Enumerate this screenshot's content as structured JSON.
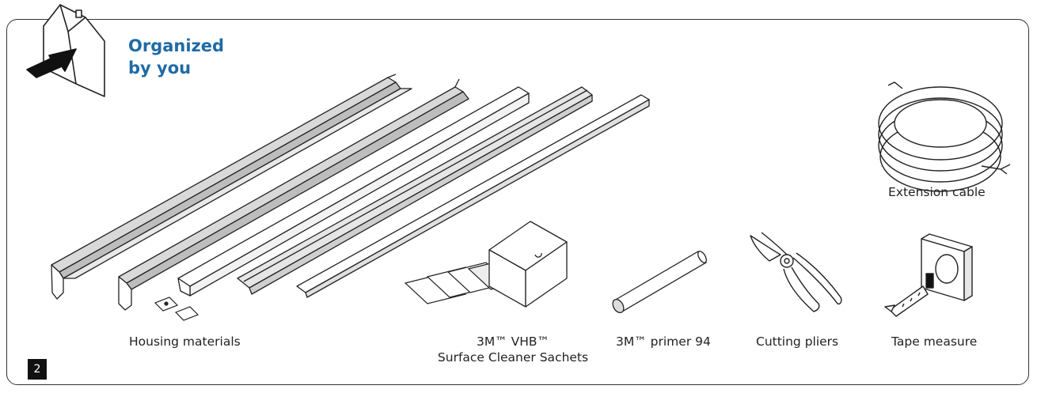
{
  "header": {
    "title_line1": "Organized",
    "title_line2": "by you"
  },
  "captions": {
    "housing": "Housing materials",
    "sachets_line1": "3M™ VHB™",
    "sachets_line2": "Surface Cleaner Sachets",
    "primer": "3M™ primer 94",
    "pliers": "Cutting pliers",
    "tape": "Tape measure",
    "cable": "Extension cable"
  },
  "page": {
    "number": "2"
  },
  "icons": {
    "house": "house-with-arrow-icon",
    "profiles": "aluminum-profile-icon",
    "clips": "mounting-clip-icon",
    "sachets": "sachet-icon",
    "box": "box-icon",
    "primer": "primer-stick-icon",
    "pliers": "cutting-pliers-icon",
    "tape": "tape-measure-icon",
    "cable": "cable-coil-icon"
  },
  "colors": {
    "accent": "#1f6aa5",
    "line": "#222222",
    "profile_fill": "#d9d9d9"
  }
}
